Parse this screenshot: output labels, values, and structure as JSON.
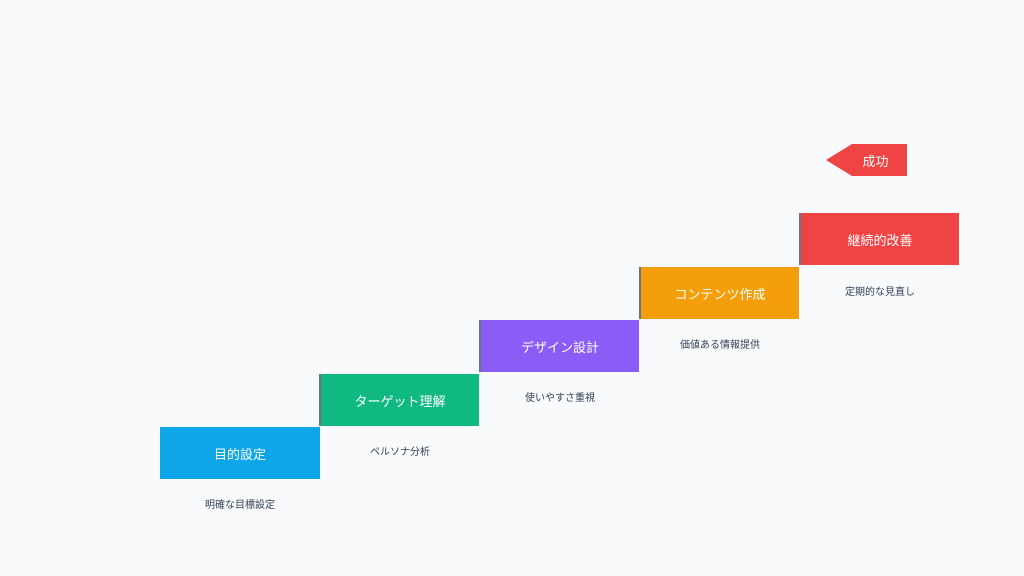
{
  "colors": {
    "background": "#f8fafc",
    "step1": "#0ea5e9",
    "step2": "#10b981",
    "step3": "#8b5cf6",
    "step4": "#f59e0b",
    "step5": "#ef4444",
    "goal": "#ef4444",
    "subtext": "#334155"
  },
  "steps": [
    {
      "label": "目的設定",
      "note": "明確な目標設定"
    },
    {
      "label": "ターゲット理解",
      "note": "ペルソナ分析"
    },
    {
      "label": "デザイン設計",
      "note": "使いやすさ重視"
    },
    {
      "label": "コンテンツ作成",
      "note": "価値ある情報提供"
    },
    {
      "label": "継続的改善",
      "note": "定期的な見直し"
    }
  ],
  "goal": {
    "label": "成功",
    "icon": "arrow-left-flag-icon"
  }
}
